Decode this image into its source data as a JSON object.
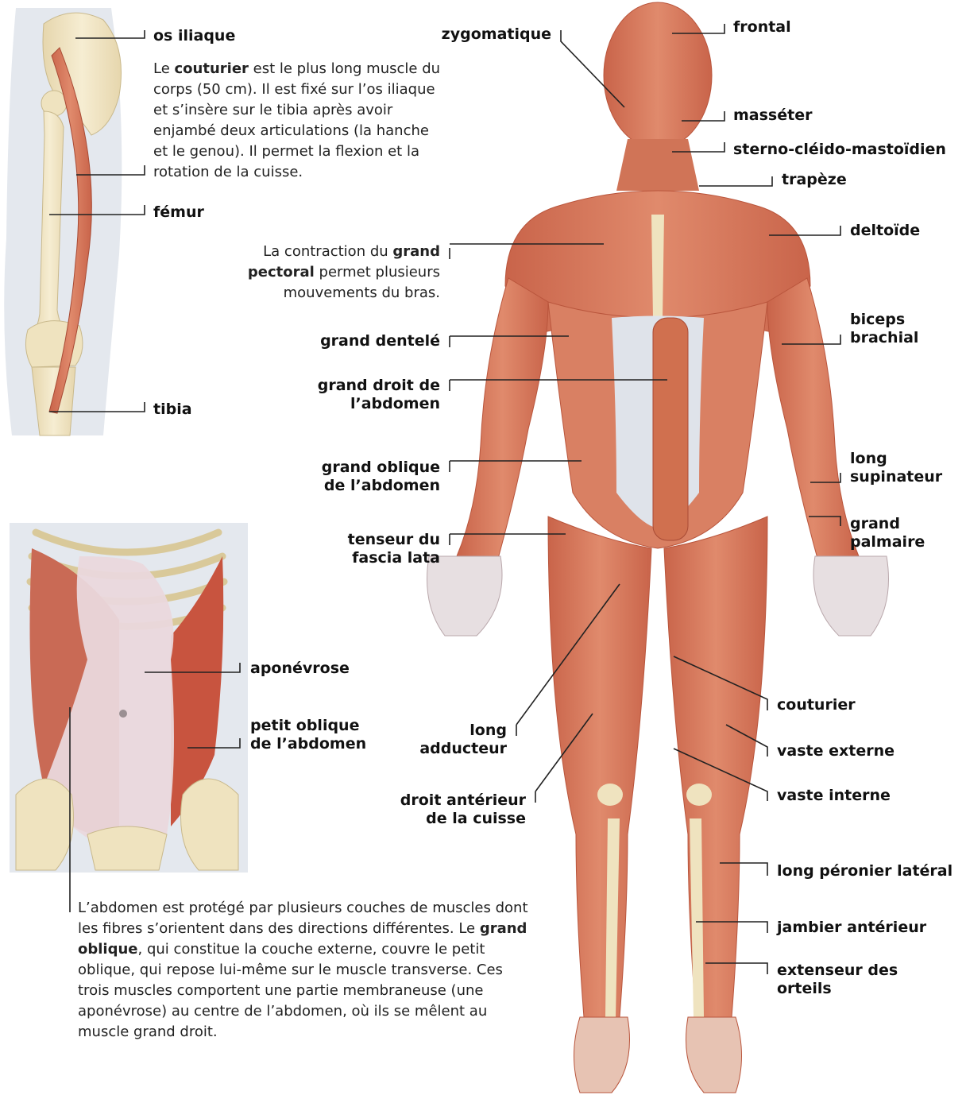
{
  "femur_panel": {
    "labels": {
      "os_iliaque": "os iliaque",
      "femur": "fémur",
      "tibia": "tibia"
    },
    "text": {
      "before": "Le ",
      "bold": "couturier",
      "after": " est le plus long muscle du corps (50 cm). Il est fixé sur l’os iliaque et s’insère sur le tibia après avoir enjambé deux articulations (la hanche et le genou). Il permet la flexion et la rotation de la cuisse."
    }
  },
  "abdomen_panel": {
    "labels": {
      "aponevrose": "aponévrose",
      "petit_oblique": "petit oblique\nde l’abdomen"
    },
    "text": {
      "before": "L’abdomen est protégé par plusieurs couches de muscles dont les fibres s’orientent dans des directions différentes. Le ",
      "bold": "grand oblique",
      "after": ", qui constitue la couche externe, couvre le petit oblique, qui repose lui-même sur le muscle transverse. Ces trois muscles comportent une partie membraneuse (une aponévrose) au centre de l’abdomen, où ils se mêlent au muscle grand droit."
    }
  },
  "body_figure": {
    "pectoral_text": {
      "before": "La contraction du ",
      "bold": "grand pectoral",
      "after": " permet plusieurs mouvements du bras."
    },
    "left_labels": {
      "zygomatique": "zygomatique",
      "grand_dentele": "grand dentelé",
      "grand_droit": "grand droit de\nl’abdomen",
      "grand_oblique": "grand oblique\nde l’abdomen",
      "tenseur": "tenseur du\nfascia lata",
      "long_adducteur": "long\nadducteur",
      "droit_anterieur": "droit antérieur\nde la cuisse"
    },
    "right_labels": {
      "frontal": "frontal",
      "masseter": "masséter",
      "sterno": "sterno-cléido-mastoïdien",
      "trapeze": "trapèze",
      "deltoide": "deltoïde",
      "biceps": "biceps\nbrachial",
      "long_supinateur": "long\nsupinateur",
      "grand_palmaire": "grand\npalmaire",
      "couturier": "couturier",
      "vaste_externe": "vaste externe",
      "vaste_interne": "vaste interne",
      "long_peronier": "long péronier latéral",
      "jambier": "jambier antérieur",
      "extenseur": "extenseur des\norteils"
    }
  },
  "colors": {
    "muscle": "#d9785a",
    "muscle_dark": "#b9553c",
    "bone": "#efe3bf",
    "tendon": "#dde2ea",
    "backdrop": "#e4e8ee",
    "leader": "#222222"
  }
}
